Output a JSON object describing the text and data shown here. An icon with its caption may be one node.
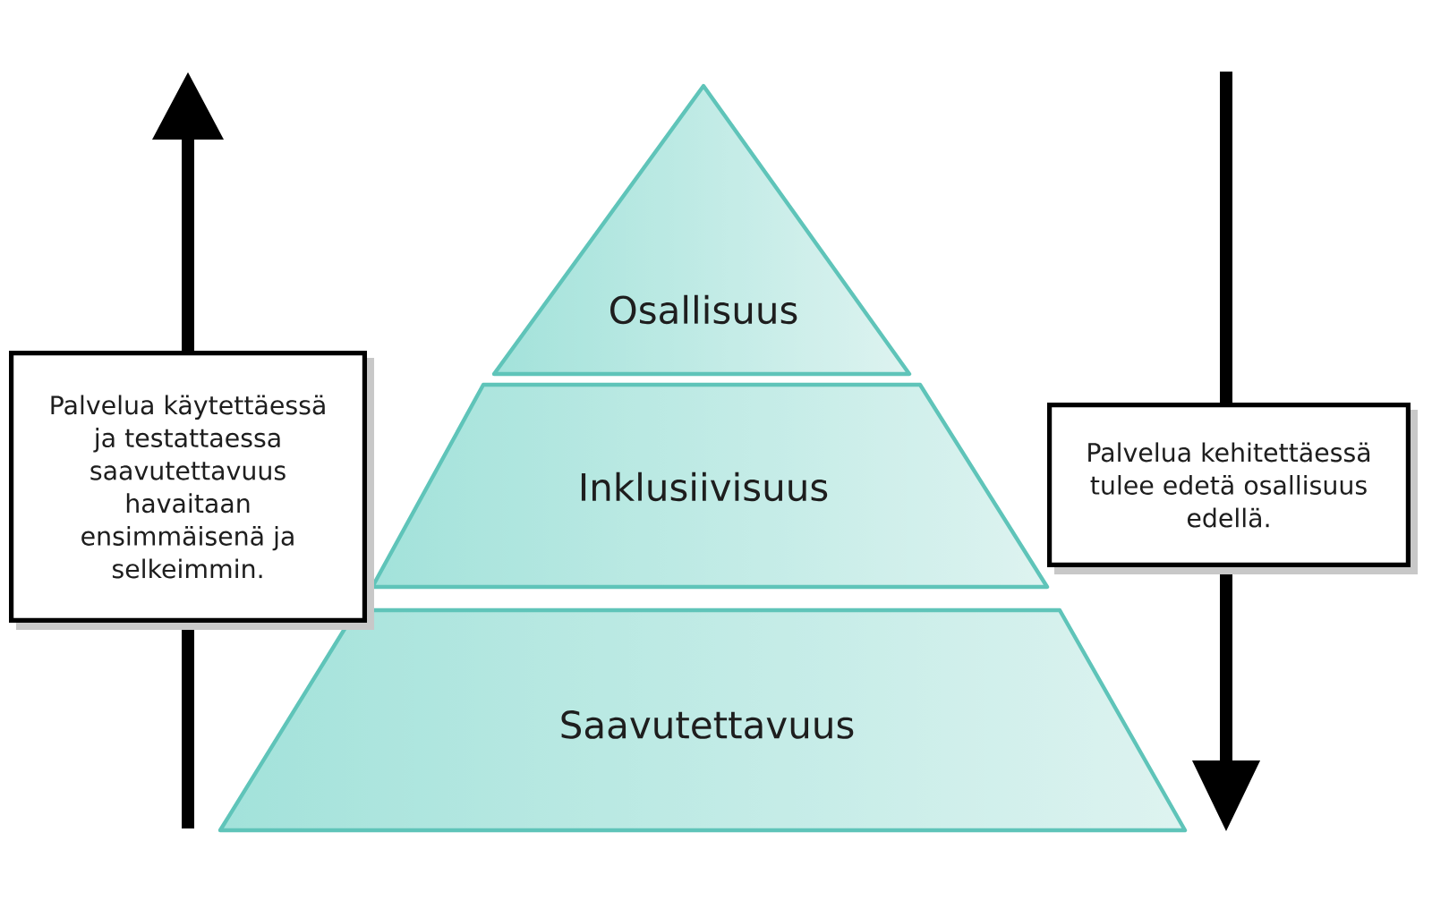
{
  "diagram": {
    "nodes": [
      {
        "text": [
          "Osallisuus"
        ]
      },
      {
        "text": [
          "Inklusiivisuus"
        ]
      },
      {
        "text": [
          "Saavutettavuus"
        ]
      },
      {
        "text": [
          "Palvelua käytettäessä ja testattaessa saavutettavuus havaitaan ensimmäisenä ja selkeimmin."
        ]
      },
      {
        "text": [
          "Palvelua kehitettäessä tulee edetä osallisuus edellä."
        ]
      }
    ]
  }
}
